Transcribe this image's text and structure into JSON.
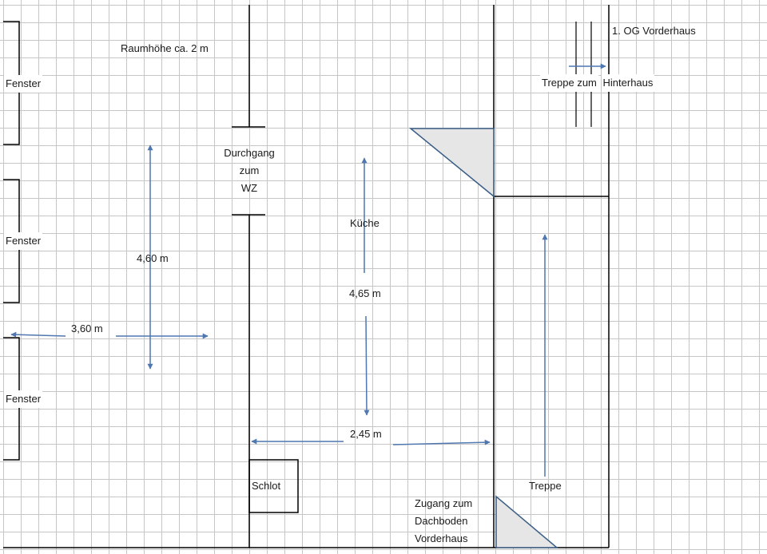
{
  "labels": {
    "ceiling_height": "Raumhöhe ca. 2 m",
    "window_1": "Fenster",
    "window_2": "Fenster",
    "window_3": "Fenster",
    "passage_line1": "Durchgang",
    "passage_line2": "zum",
    "passage_line3": "WZ",
    "kitchen": "Küche",
    "first_floor": "1. OG Vorderhaus",
    "stairs_back_line1": "Treppe zum",
    "stairs_back_line2": "Hinterhaus",
    "stairs": "Treppe",
    "chimney": "Schlot",
    "attic_line1": "Zugang zum",
    "attic_line2": "Dachboden",
    "attic_line3": "Vorderhaus"
  },
  "dimensions": {
    "room_height": "4,60 m",
    "room_width": "3,60 m",
    "kitchen_height": "4,65 m",
    "kitchen_width": "2,45 m"
  },
  "colors": {
    "wall": "#000000",
    "arrow": "#4f77b0",
    "fill": "#e6e6e6",
    "grid": "#c6c6c6"
  }
}
